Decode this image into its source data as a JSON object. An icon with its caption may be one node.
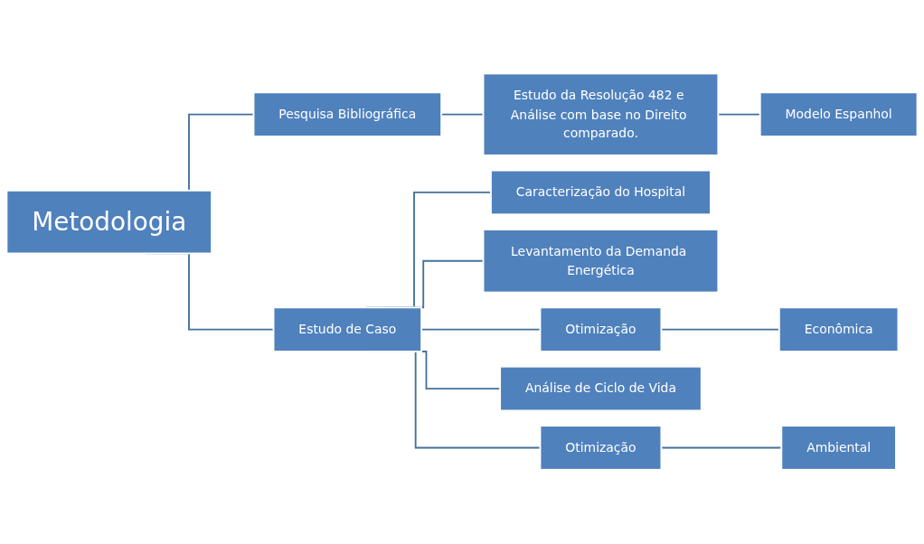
{
  "diagram": {
    "nodes": [
      {
        "text": [
          "Metodologia"
        ]
      },
      {
        "text": [
          "Pesquisa Bibliográfica"
        ]
      },
      {
        "text": [
          "Estudo da Resolução 482 e Análise com base no Direito comparado."
        ]
      },
      {
        "text": [
          "Modelo Espanhol"
        ]
      },
      {
        "text": [
          "Estudo de Caso"
        ]
      },
      {
        "text": [
          "Caracterização do Hospital"
        ]
      },
      {
        "text": [
          "Levantamento da Demanda Energética"
        ]
      },
      {
        "text": [
          "Otimização"
        ]
      },
      {
        "text": [
          "Econômica"
        ]
      },
      {
        "text": [
          "Análise de Ciclo de Vida"
        ]
      },
      {
        "text": [
          "Otimização"
        ]
      },
      {
        "text": [
          "Ambiental"
        ]
      }
    ],
    "edges": [
      {
        "from": 0,
        "to": 1,
        "arrow": "none"
      },
      {
        "from": 0,
        "to": 4,
        "arrow": "none"
      },
      {
        "from": 1,
        "to": 2,
        "arrow": "none"
      },
      {
        "from": 2,
        "to": 3,
        "arrow": "none"
      },
      {
        "from": 4,
        "to": 5,
        "arrow": "none"
      },
      {
        "from": 4,
        "to": 6,
        "arrow": "none"
      },
      {
        "from": 4,
        "to": 7,
        "arrow": "none"
      },
      {
        "from": 4,
        "to": 9,
        "arrow": "none"
      },
      {
        "from": 4,
        "to": 10,
        "arrow": "none"
      },
      {
        "from": 7,
        "to": 8,
        "arrow": "none"
      },
      {
        "from": 10,
        "to": 11,
        "arrow": "none"
      }
    ]
  }
}
